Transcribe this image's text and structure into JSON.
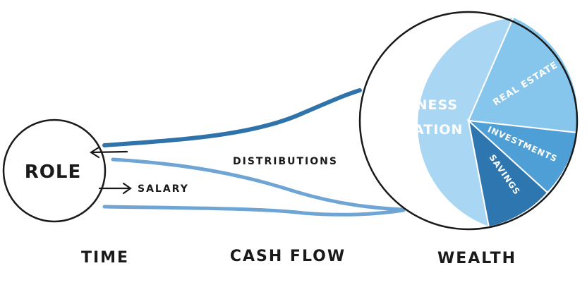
{
  "nodes": {
    "role": "ROLE"
  },
  "flows": {
    "distributions": "DISTRIBUTIONS",
    "salary": "SALARY"
  },
  "wealth_breakdown": {
    "business_valuation_line1": "BUSINESS",
    "business_valuation_line2": "VALUATION",
    "real_estate": "REAL ESTATE",
    "investments": "INVESTMENTS",
    "savings": "SAVINGS"
  },
  "stages": {
    "time": "TIME",
    "cash_flow": "CASH FLOW",
    "wealth": "WEALTH"
  },
  "colors": {
    "dark_flow": "#2f73aa",
    "light_flow": "#6ea5d4",
    "business": "#a9d6f2",
    "real_estate": "#86c5ec",
    "investments": "#4e9fd6",
    "savings": "#2d76b0",
    "outline": "#1a1a1a"
  }
}
